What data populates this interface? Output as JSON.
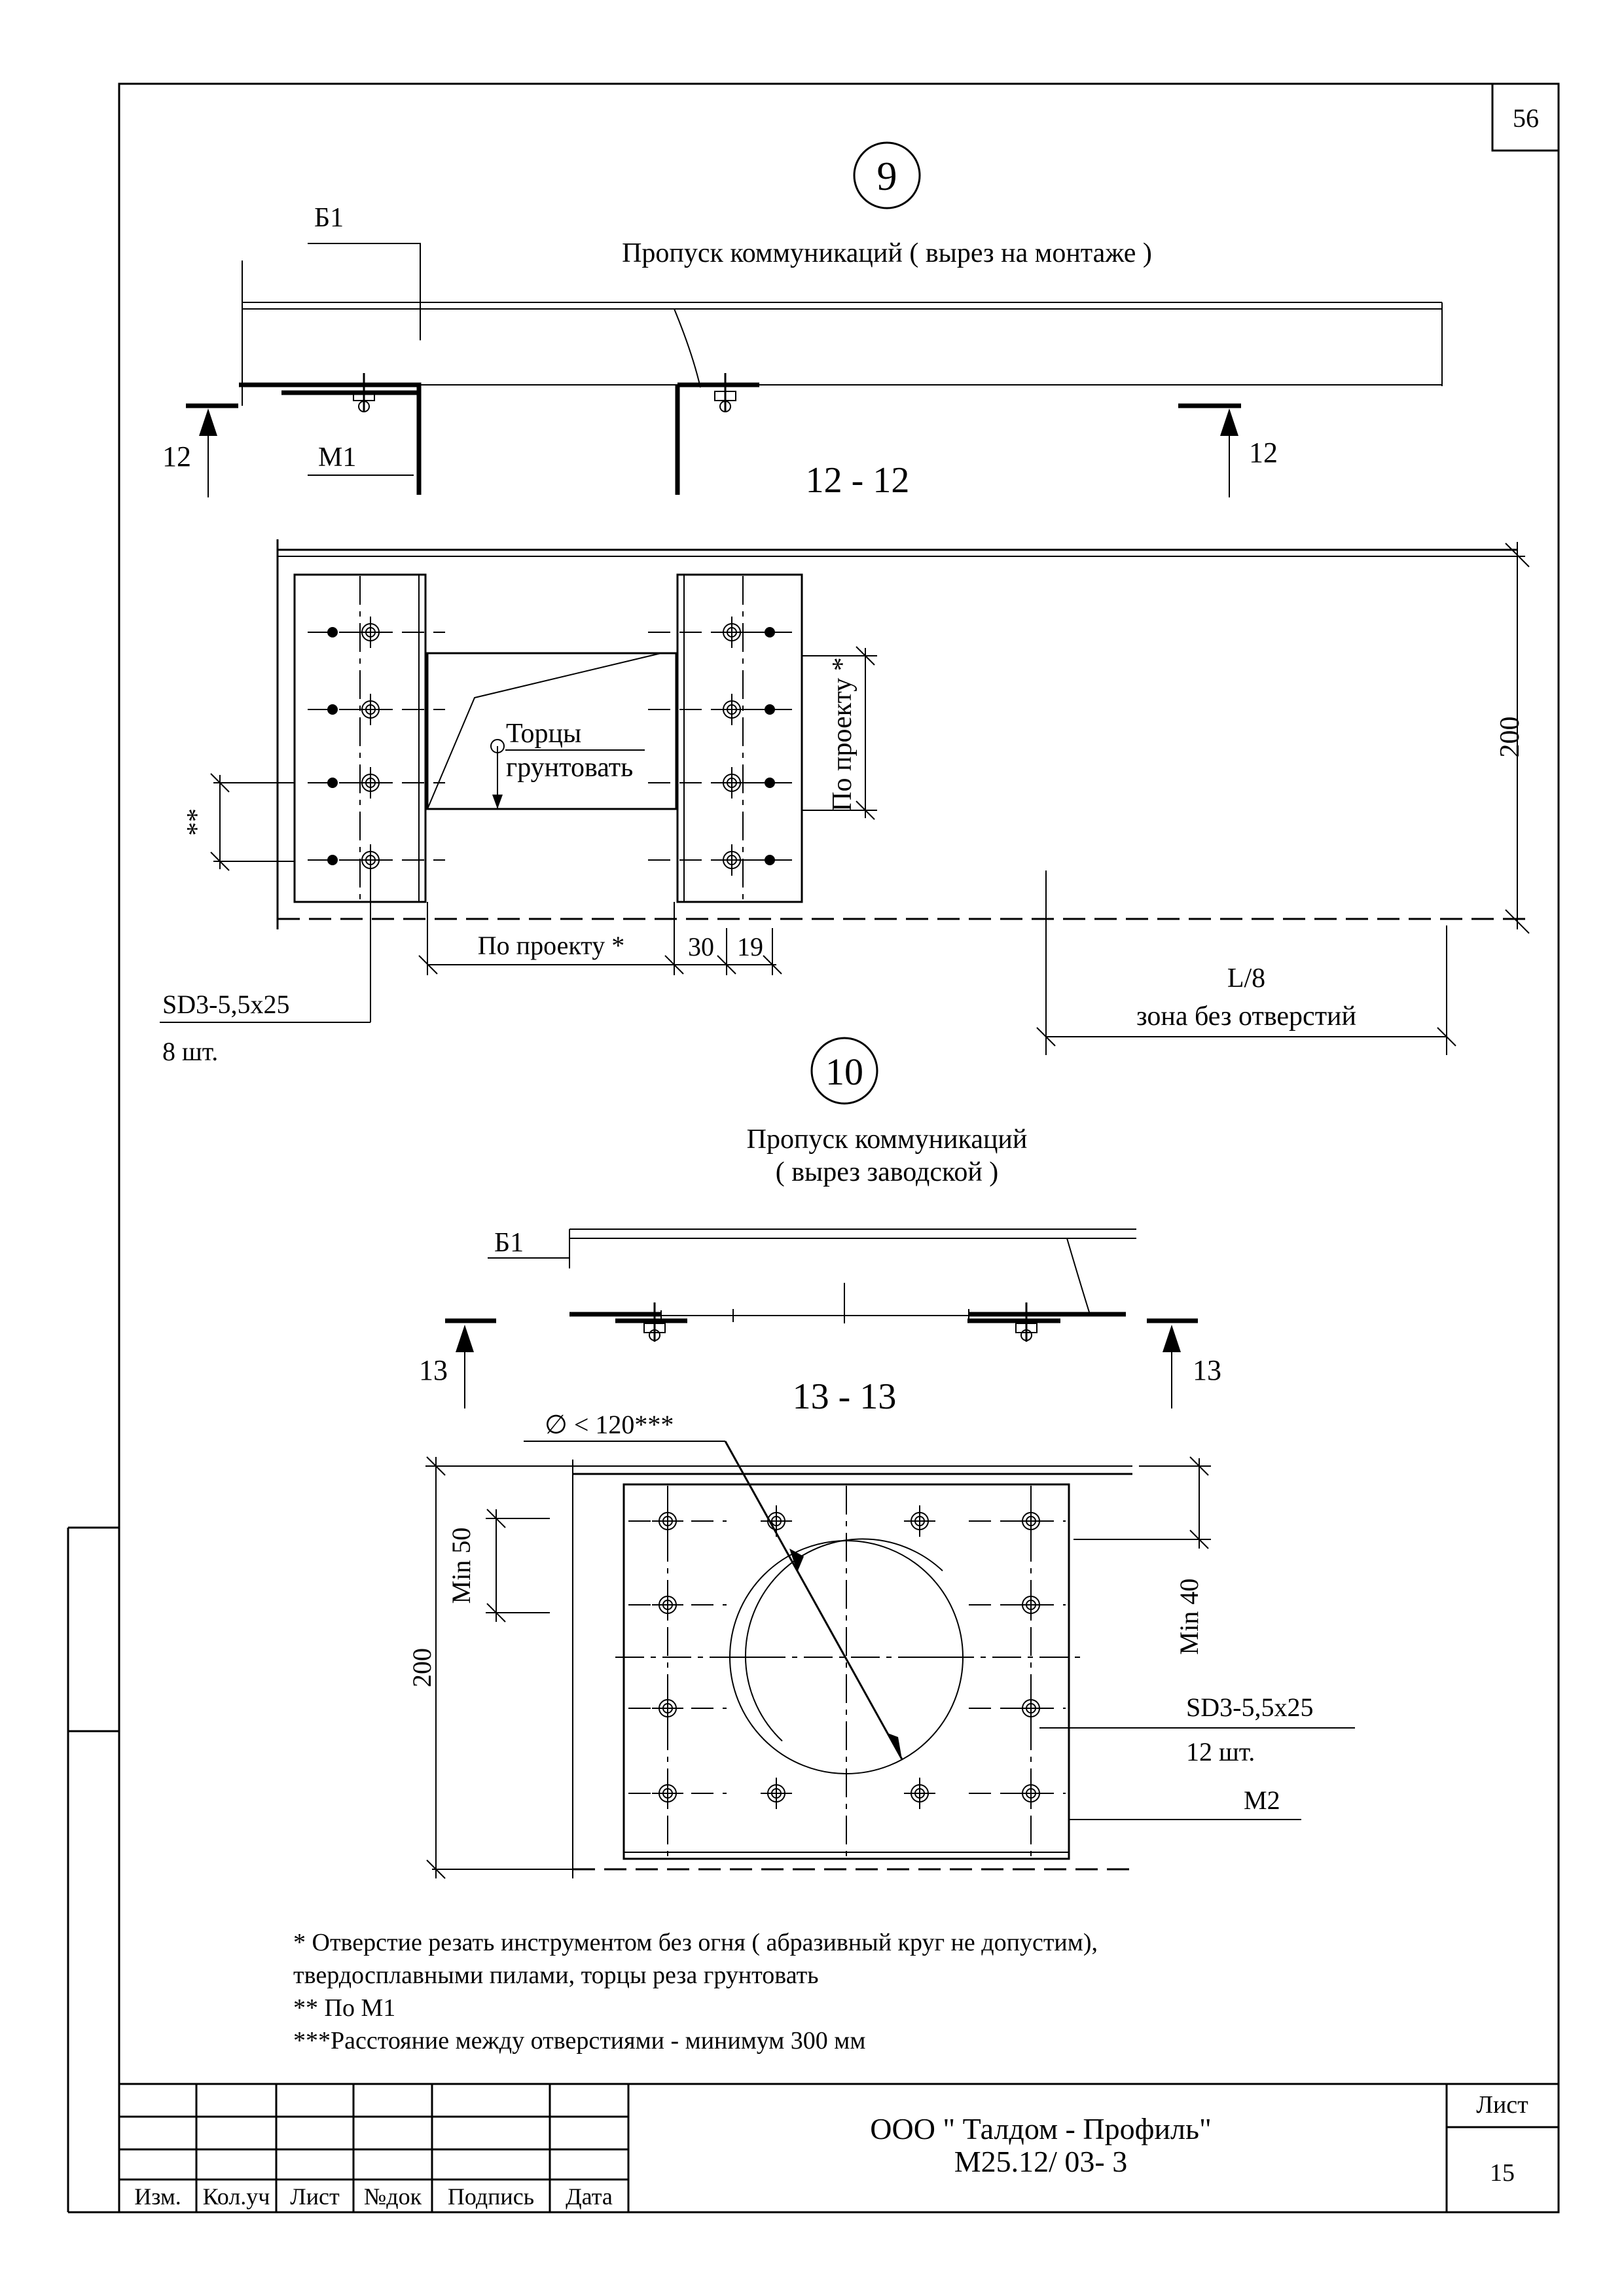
{
  "sheet": {
    "page_number": "56",
    "footnotes": [
      "* Отверстие резать инструментом без огня ( абразивный круг не допустим),",
      "твердосплавными пилами, торцы реза грунтовать",
      "** По М1",
      "***Расстояние между отверстиями - минимум 300 мм"
    ]
  },
  "detail9": {
    "number": "9",
    "title": "Пропуск коммуникаций ( вырез на монтаже )",
    "beam_label": "Б1",
    "angle_label": "М1",
    "cut_left": "12",
    "cut_right": "12",
    "section_title": "12  -  12",
    "note_line1": "Торцы",
    "note_line2": "грунтовать",
    "dim_height": "200",
    "dim_opening_height": "По проекту *",
    "dim_opening_width": "По проекту *",
    "dim_30": "30",
    "dim_19": "19",
    "dim_star2": "**",
    "dim_l8": "L/8",
    "zone_label": "зона без отверстий",
    "screw_label": "SD3-5,5x25",
    "screw_count": "8 шт."
  },
  "detail10": {
    "number": "10",
    "title_line1": "Пропуск коммуникаций",
    "title_line2": "( вырез заводской )",
    "beam_label": "Б1",
    "cut_left": "13",
    "cut_right": "13",
    "section_title": "13  -  13",
    "diameter_label": "∅ < 120***",
    "dim_min50": "Min 50",
    "dim_min40": "Min 40",
    "dim_height": "200",
    "screw_label": "SD3-5,5x25",
    "screw_count": "12 шт.",
    "plate_label": "М2"
  },
  "title_block": {
    "headers": [
      "Изм.",
      "Кол.уч",
      "Лист",
      "№док",
      "Подпись",
      "Дата"
    ],
    "company": "ООО \" Талдом - Профиль\"",
    "doc_code": "М25.12/ 03- 3",
    "sheet_label": "Лист",
    "sheet_number": "15"
  }
}
